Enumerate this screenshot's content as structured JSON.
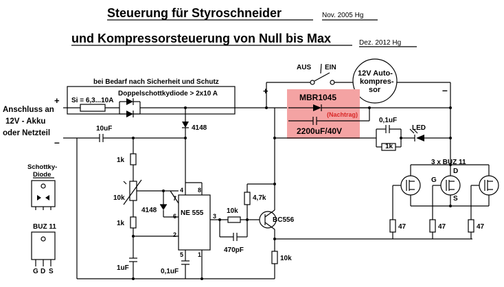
{
  "title": {
    "line1": "Steuerung für Styroschneider",
    "date1": "Nov. 2005  Hg",
    "line2": "und Kompressorsteuerung von Null bis Max",
    "date2": "Dez. 2012  Hg"
  },
  "notes": {
    "note1": "bei Bedarf nach Sicherheit und Schutz",
    "fuse": "Si = 6,3...10A",
    "diode": "Doppelschottkydiode > 2x10 A"
  },
  "connection": {
    "line1": "Anschluss an",
    "line2": "12V - Akku",
    "line3": "oder Netzteil",
    "plus": "+",
    "minus": "–"
  },
  "switch": {
    "off": "AUS",
    "on": "EIN"
  },
  "motor": {
    "line1": "12V Auto-",
    "line2": "kompres-",
    "line3": "sor"
  },
  "compressor_terminals": {
    "plus": "+",
    "minus": "–"
  },
  "highlight": {
    "diode": "MBR1045",
    "note": "(Nachtrag)",
    "cap": "2200uF/40V",
    "color": "#f4a3a3",
    "text_color": "#d92626"
  },
  "components": {
    "c_in": "10uF",
    "d4148_top": "4148",
    "r1k_top": "1k",
    "pot": "10k",
    "d4148_mid": "4148",
    "r1k_bot": "1k",
    "c_timing": "1uF",
    "c_ctrl": "0,1uF",
    "ic": "NE 555",
    "r47k": "4,7k",
    "r10k_base": "10k",
    "c_470": "470pF",
    "transistor": "BC556",
    "r10k_emit": "10k",
    "c_led": "0,1uF",
    "r1k_led": "1k",
    "led": "LED",
    "buz_count": "3 x  BUZ 11",
    "gate": "G",
    "drain": "D",
    "source": "S",
    "r47_1": "47",
    "r47_2": "47",
    "r47_3": "47"
  },
  "ic_pins": {
    "p1": "1",
    "p2": "2",
    "p3": "3",
    "p4": "4",
    "p5": "5",
    "p6": "6",
    "p7": "7",
    "p8": "8"
  },
  "legend": {
    "schottky_title": "Schottky-",
    "schottky_title2": "Diode",
    "buz_title": "BUZ 11",
    "buz_g": "G",
    "buz_d": "D",
    "buz_s": "S"
  }
}
